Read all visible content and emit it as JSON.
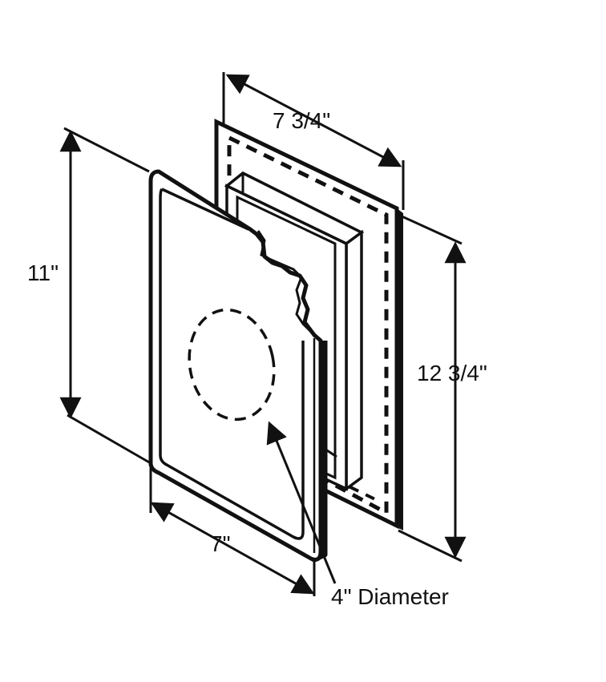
{
  "diagram": {
    "dimensions": {
      "back_width": "7 3/4\"",
      "back_height": "12 3/4\"",
      "front_height": "11\"",
      "front_width": "7\"",
      "hole": "4\" Diameter"
    }
  }
}
